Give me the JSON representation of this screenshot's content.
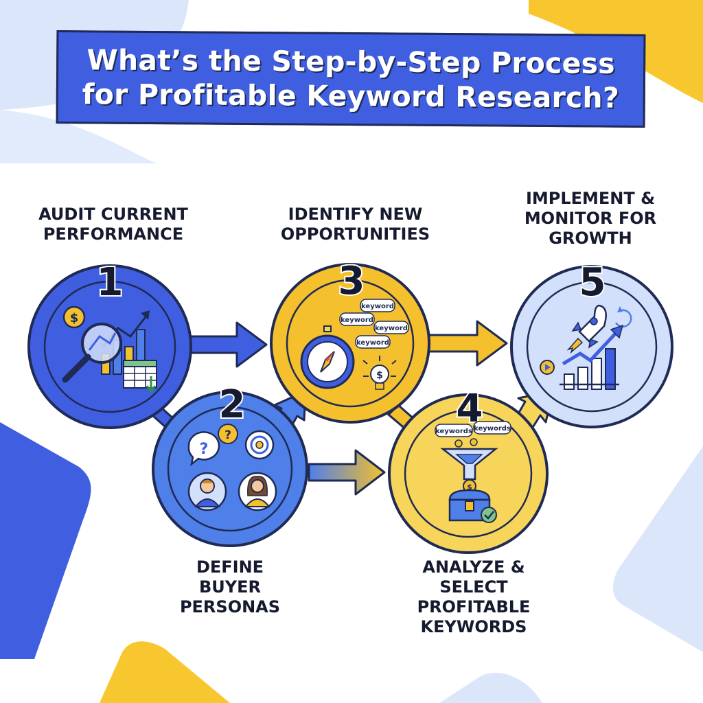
{
  "title": {
    "line1": "What’s the Step-by-Step Process",
    "line2": "for Profitable Keyword Research?"
  },
  "steps": [
    {
      "number": "1",
      "label_lines": [
        "AUDIT CURRENT",
        "PERFORMANCE"
      ],
      "color": "#3f5fe0",
      "icons": [
        "dollar-coin-icon",
        "magnifying-glass-icon",
        "bar-chart-icon",
        "spreadsheet-icon"
      ]
    },
    {
      "number": "2",
      "label_lines": [
        "DEFINE",
        "BUYER",
        "PERSONAS"
      ],
      "color": "#4f7fe8",
      "icons": [
        "question-bubble-icon",
        "target-bubble-icon",
        "man-avatar-icon",
        "woman-avatar-icon"
      ]
    },
    {
      "number": "3",
      "label_lines": [
        "IDENTIFY NEW",
        "OPPORTUNITIES"
      ],
      "color": "#f4c02e",
      "icons": [
        "compass-icon",
        "keyword-bubble-icon",
        "lightbulb-icon"
      ]
    },
    {
      "number": "4",
      "label_lines": [
        "ANALYZE &",
        "SELECT",
        "PROFITABLE",
        "KEYWORDS"
      ],
      "color": "#f7d55a",
      "icons": [
        "keyword-bubble-icon",
        "funnel-icon",
        "treasure-chest-icon",
        "checkmark-icon"
      ]
    },
    {
      "number": "5",
      "label_lines": [
        "IMPLEMENT &",
        "MONITOR FOR",
        "GROWTH"
      ],
      "color": "#d3e0fb",
      "icons": [
        "rocket-icon",
        "growth-chart-icon",
        "refresh-icon",
        "play-icon"
      ]
    }
  ],
  "bubbles": {
    "step3": [
      "keyword",
      "keyword",
      "keyword",
      "keyword"
    ],
    "step4": [
      "keywords",
      "keywords"
    ]
  },
  "colors": {
    "blue": "#3f5fe0",
    "yellow": "#f4c02e",
    "light_blue": "#d3e0fb",
    "outline": "#1f2a55"
  }
}
